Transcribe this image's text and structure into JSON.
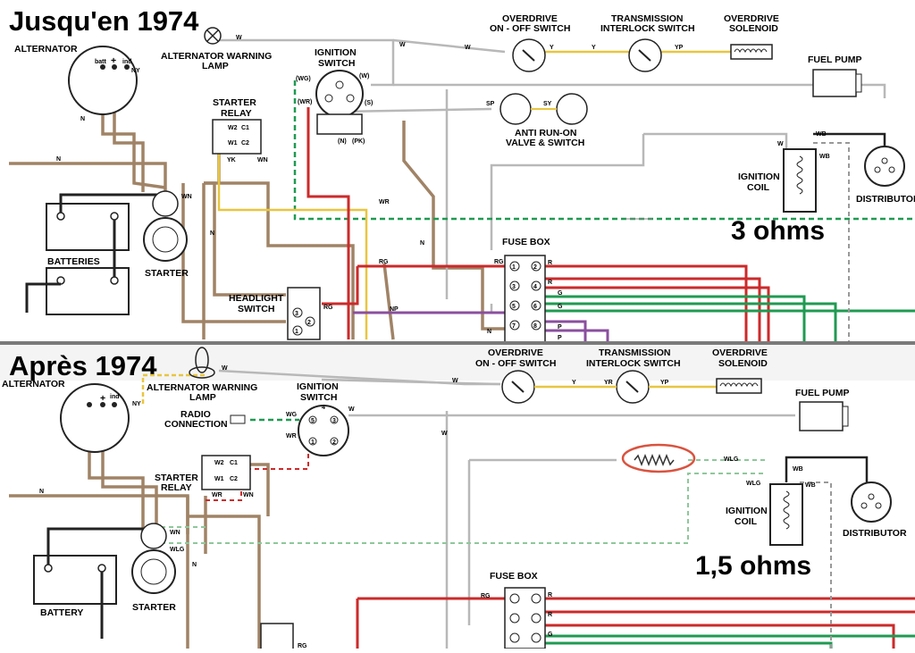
{
  "top": {
    "title": "Jusqu'en 1974",
    "resistance": "3 ohms",
    "labels": {
      "alternator": "ALTERNATOR",
      "alt_batt": "batt",
      "alt_plus": "+",
      "alt_ind": "ind",
      "warning_lamp": "ALTERNATOR WARNING",
      "warning_lamp_2": "LAMP",
      "ignition_switch": "IGNITION",
      "ignition_switch_2": "SWITCH",
      "overdrive_switch": "OVERDRIVE",
      "overdrive_switch_2": "ON - OFF SWITCH",
      "interlock": "TRANSMISSION",
      "interlock_2": "INTERLOCK SWITCH",
      "solenoid": "OVERDRIVE",
      "solenoid_2": "SOLENOID",
      "fuel_pump": "FUEL PUMP",
      "starter_relay": "STARTER",
      "starter_relay_2": "RELAY",
      "anti_runon": "ANTI RUN-ON",
      "anti_runon_2": "VALVE & SWITCH",
      "ignition_coil": "IGNITION",
      "ignition_coil_2": "COIL",
      "distributor": "DISTRIBUTOR",
      "batteries": "BATTERIES",
      "starter": "STARTER",
      "fuse_box": "FUSE BOX",
      "headlight_switch": "HEADLIGHT",
      "headlight_switch_2": "SWITCH"
    },
    "wire_codes": [
      "W",
      "NY",
      "N",
      "W",
      "W",
      "Y",
      "Y",
      "YP",
      "(WG)",
      "(W)",
      "(WR)",
      "(S)",
      "(N)",
      "(PK)",
      "SP",
      "SY",
      "W",
      "WB",
      "WB",
      "W2",
      "C1",
      "W1",
      "C2",
      "YK",
      "WN",
      "WN",
      "N",
      "N",
      "WR",
      "RG",
      "RG",
      "N",
      "NP",
      "N",
      "R",
      "R",
      "G",
      "G",
      "P",
      "P",
      "RG",
      "1",
      "2",
      "3",
      "4",
      "5",
      "6",
      "7",
      "8",
      "3",
      "2",
      "1"
    ]
  },
  "bottom": {
    "title": "Après 1974",
    "resistance": "1,5 ohms",
    "labels": {
      "alternator": "ALTERNATOR",
      "alt_plus": "+",
      "alt_ind": "ind",
      "warning_lamp": "ALTERNATOR WARNING",
      "warning_lamp_2": "LAMP",
      "ignition_switch": "IGNITION",
      "ignition_switch_2": "SWITCH",
      "radio": "RADIO",
      "radio_2": "CONNECTION",
      "overdrive_switch": "OVERDRIVE",
      "overdrive_switch_2": "ON - OFF SWITCH",
      "interlock": "TRANSMISSION",
      "interlock_2": "INTERLOCK SWITCH",
      "solenoid": "OVERDRIVE",
      "solenoid_2": "SOLENOID",
      "fuel_pump": "FUEL PUMP",
      "starter_relay": "STARTER",
      "starter_relay_2": "RELAY",
      "ignition_coil": "IGNITION",
      "ignition_coil_2": "COIL",
      "distributor": "DISTRIBUTOR",
      "battery": "BATTERY",
      "starter": "STARTER",
      "fuse_box": "FUSE BOX"
    },
    "wire_codes": [
      "W",
      "NY",
      "W",
      "Y",
      "YR",
      "YP",
      "WG",
      "WR",
      "W",
      "W",
      "WLG",
      "WLG",
      "WB",
      "WB",
      "W2",
      "C1",
      "W1",
      "C2",
      "WR",
      "WN",
      "N",
      "WN",
      "WLG",
      "N",
      "RG",
      "R",
      "R",
      "G",
      "RG",
      "3",
      "2",
      "1",
      "5",
      "4"
    ]
  },
  "colors": {
    "brown": "#a08366",
    "green": "#1f9a52",
    "red": "#cc2a2a",
    "purple": "#8a4f9e",
    "yellow": "#e8c640",
    "highlight_ring": "#d9533f"
  }
}
